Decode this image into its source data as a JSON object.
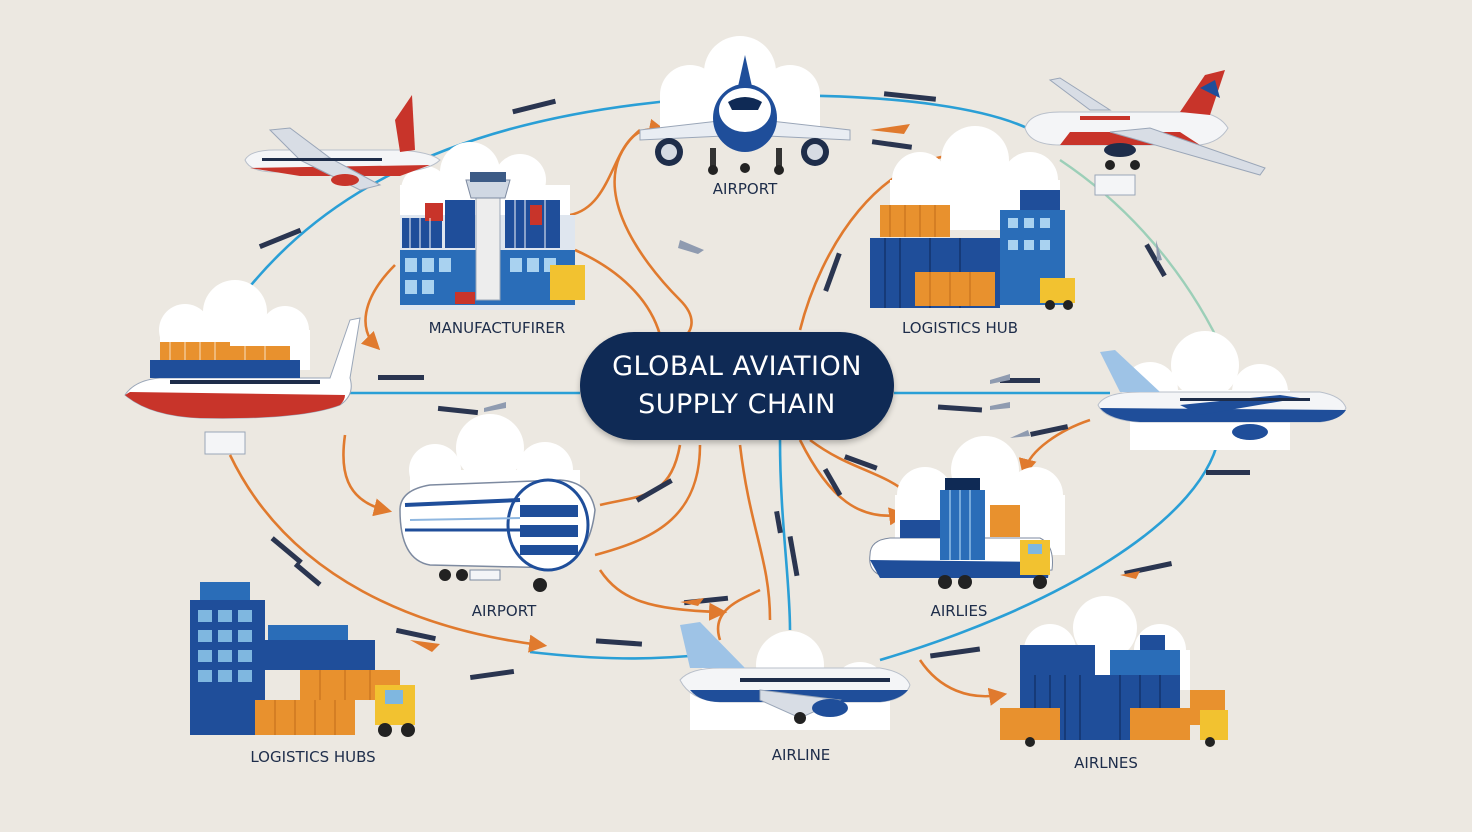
{
  "title": {
    "line1": "GLOBAL AVIATION",
    "line2": "SUPPLY CHAIN"
  },
  "nodes": [
    {
      "label": "AIRPORT",
      "icon": "cargo-jet-icon"
    },
    {
      "label": "MANUFACTUFIRER",
      "icon": "factory-tower-icon"
    },
    {
      "label": "LOGISTICS HUB",
      "icon": "container-warehouse-icon"
    },
    {
      "label": "AIRPORT",
      "icon": "fuselage-hangar-icon"
    },
    {
      "label": "AIRLIES",
      "icon": "cargo-tower-icon"
    },
    {
      "label": "LOGISTICS HUBS",
      "icon": "warehouse-buildings-icon"
    },
    {
      "label": "AIRLINE",
      "icon": "airliner-icon"
    },
    {
      "label": "AIRLNES",
      "icon": "container-yard-icon"
    }
  ],
  "colors": {
    "navy": "#0f2a55",
    "route_blue": "#2a9fd6",
    "route_orange": "#e07a2e",
    "route_green": "#9ccfb8",
    "container_orange": "#e8912e",
    "container_blue": "#1f4e9a",
    "plane_red": "#c8342a",
    "background": "#ece8e1"
  }
}
